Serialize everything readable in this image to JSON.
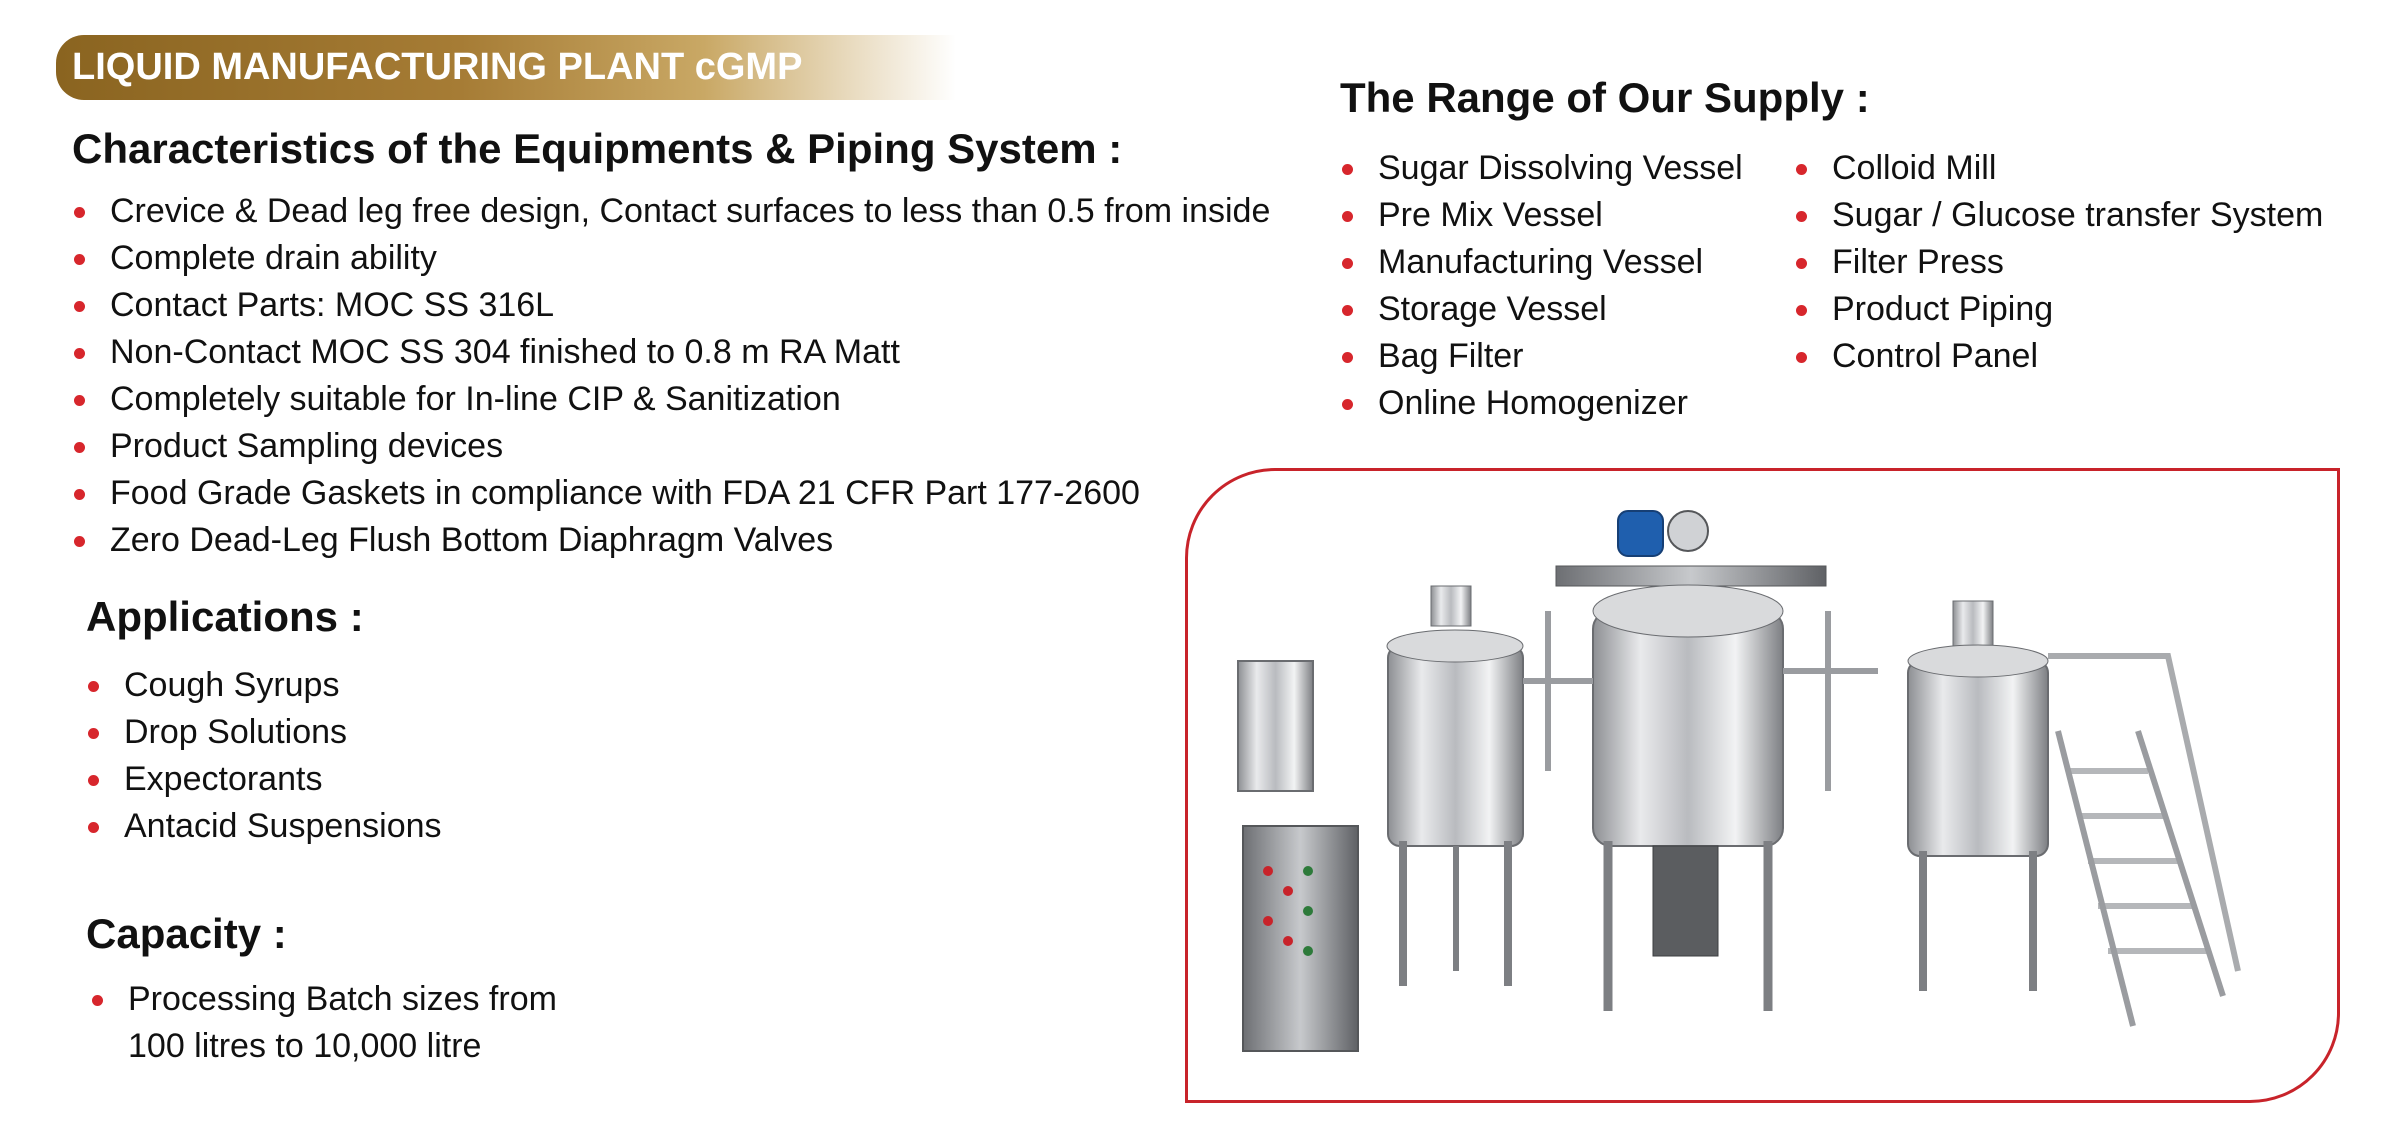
{
  "banner": {
    "title": "LIQUID MANUFACTURING PLANT cGMP"
  },
  "characteristics": {
    "heading": "Characteristics of the Equipments & Piping System :",
    "items": [
      "Crevice & Dead leg free design, Contact surfaces to less than 0.5 from inside",
      "Complete drain ability",
      "Contact Parts: MOC SS 316L",
      "Non-Contact MOC SS 304 finished to 0.8 m RA Matt",
      "Completely suitable for In-line CIP & Sanitization",
      "Product Sampling devices",
      "Food Grade Gaskets in compliance with FDA 21 CFR Part 177-2600",
      "Zero Dead-Leg Flush Bottom Diaphragm Valves"
    ]
  },
  "applications": {
    "heading": "Applications :",
    "items": [
      "Cough Syrups",
      "Drop Solutions",
      "Expectorants",
      "Antacid Suspensions"
    ]
  },
  "capacity": {
    "heading": "Capacity :",
    "line1": "Processing Batch sizes from",
    "line2": "100 litres to 10,000 litre"
  },
  "supply": {
    "heading": "The Range of Our Supply :",
    "col1": [
      "Sugar Dissolving Vessel",
      "Pre Mix Vessel",
      "Manufacturing Vessel",
      "Storage Vessel",
      "Bag Filter",
      "Online Homogenizer"
    ],
    "col2": [
      "Colloid Mill",
      "Sugar / Glucose transfer System",
      "Filter Press",
      "Product Piping",
      "Control Panel"
    ]
  },
  "colors": {
    "accent_red": "#d7262c",
    "banner_gold": "#a67c35",
    "frame_red": "#c8232a"
  }
}
